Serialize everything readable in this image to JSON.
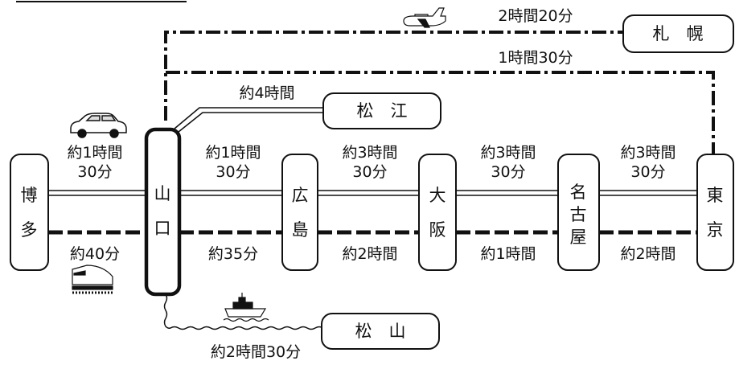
{
  "cities": {
    "hakata": [
      "博",
      "多"
    ],
    "yamaguchi": [
      "山",
      "口"
    ],
    "hiroshima": [
      "広",
      "島"
    ],
    "osaka": [
      "大",
      "阪"
    ],
    "nagoya": [
      "名",
      "古",
      "屋"
    ],
    "tokyo": [
      "東",
      "京"
    ],
    "matsue": "松　江",
    "matsuyama": "松　山",
    "sapporo": "札　幌"
  },
  "routes": {
    "car": [
      "約1時間",
      "30分"
    ],
    "rail_hakata": "約40分",
    "expressway": [
      [
        "約1時間",
        "30分"
      ],
      [
        "約3時間",
        "30分"
      ],
      [
        "約3時間",
        "30分"
      ],
      [
        "約3時間",
        "30分"
      ]
    ],
    "shinkansen": [
      "約35分",
      "約2時間",
      "約1時間",
      "約2時間"
    ],
    "matsue_time": "約4時間",
    "matsuyama_time": "約2時間30分",
    "flight_sapporo": "2時間20分",
    "flight_tokyo": "1時間30分"
  },
  "icons": [
    "car-icon",
    "shinkansen-icon",
    "airplane-icon",
    "ship-icon"
  ]
}
